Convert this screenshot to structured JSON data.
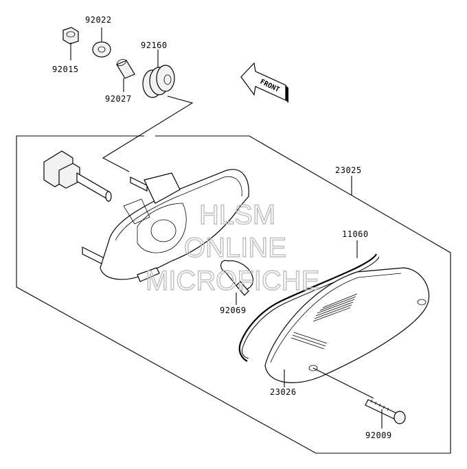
{
  "diagram": {
    "front_arrow_label": "FRONT",
    "watermark": {
      "line1": "HLSM",
      "line2": "ONLINE",
      "line3": "MICROFICHE"
    },
    "part_numbers": {
      "p92022": "92022",
      "p92015": "92015",
      "p92160": "92160",
      "p92027": "92027",
      "p23025": "23025",
      "p11060": "11060",
      "p92069": "92069",
      "p23026": "23026",
      "p92009": "92009"
    }
  }
}
